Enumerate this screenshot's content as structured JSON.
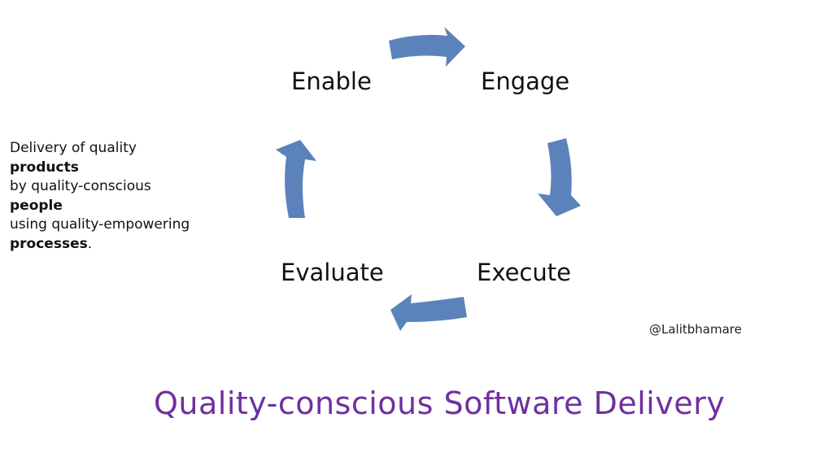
{
  "diagram": {
    "type": "cycle",
    "nodes": [
      {
        "id": "enable",
        "label": "Enable"
      },
      {
        "id": "engage",
        "label": "Engage"
      },
      {
        "id": "execute",
        "label": "Execute"
      },
      {
        "id": "evaluate",
        "label": "Evaluate"
      }
    ],
    "edges": [
      {
        "from": "enable",
        "to": "engage"
      },
      {
        "from": "engage",
        "to": "execute"
      },
      {
        "from": "execute",
        "to": "evaluate"
      },
      {
        "from": "evaluate",
        "to": "enable"
      }
    ],
    "arrow_color": "#5b82ba"
  },
  "definition": {
    "lines": [
      {
        "text": "Delivery of quality",
        "bold": false
      },
      {
        "text": "products",
        "bold": true
      },
      {
        "text": "by quality-conscious",
        "bold": false
      },
      {
        "text": "people",
        "bold": true
      },
      {
        "text": "using quality-empowering",
        "bold": false
      },
      {
        "text": "processes",
        "bold": true,
        "suffix": "."
      }
    ]
  },
  "credit": "@Lalitbhamare",
  "title": {
    "text": "Quality-conscious Software Delivery",
    "color": "#7030a0"
  }
}
